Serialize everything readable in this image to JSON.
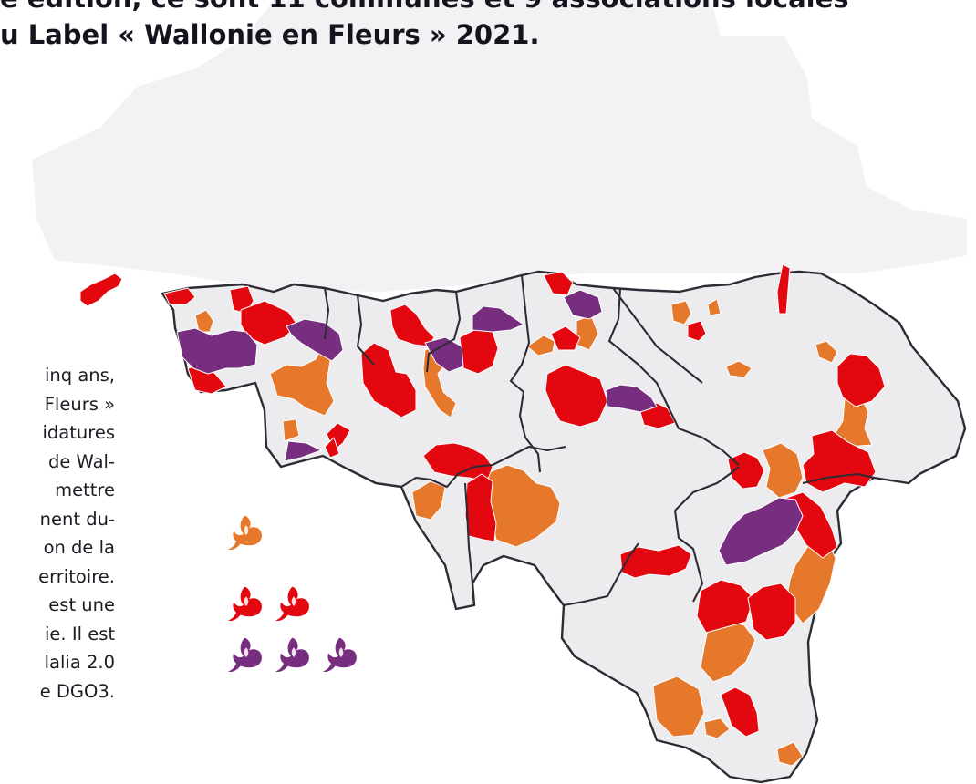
{
  "headline": {
    "line1": "e édition, ce sont 11 communes et 9 associations locales",
    "line2": "u Label « Wallonie en Fleurs » 2021."
  },
  "body_lines": [
    "inq ans,",
    "Fleurs »",
    "idatures",
    "de Wal-",
    "mettre",
    "nent du-",
    "on de la",
    "erritoire.",
    "est une",
    "ie. Il est",
    "lalia 2.0",
    "e DGO3."
  ],
  "colors": {
    "background_silhouette": "#f2f2f4",
    "region_base": "#ececef",
    "orange": "#e5782b",
    "red": "#e3070f",
    "purple": "#772e7f",
    "border": "#2e2b35"
  },
  "legend": [
    {
      "level": 1,
      "color": "orange",
      "icon": "flower-icon",
      "count": 1
    },
    {
      "level": 2,
      "color": "red",
      "icon": "flower-icon",
      "count": 2
    },
    {
      "level": 3,
      "color": "purple",
      "icon": "flower-icon",
      "count": 3
    }
  ]
}
